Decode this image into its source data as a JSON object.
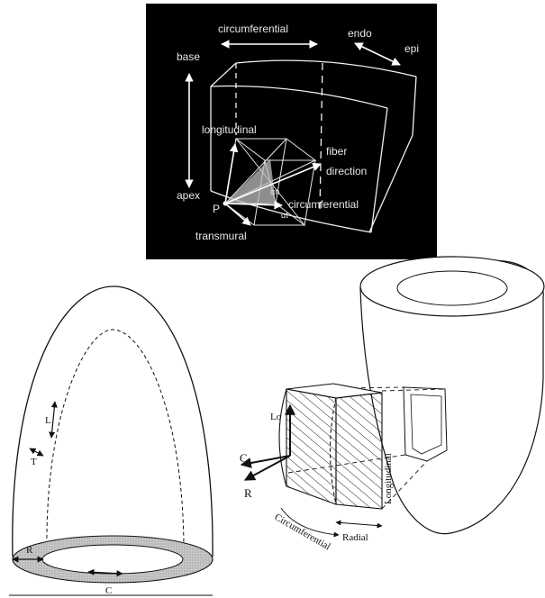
{
  "top_panel": {
    "labels": {
      "circumferential_top": "circumferential",
      "endo": "endo",
      "epi": "epi",
      "base": "base",
      "apex": "apex",
      "longitudinal": "longitudinal",
      "fiber": "fiber",
      "direction": "direction",
      "circumferential_bottom": "circumferential",
      "transmural": "transmural",
      "point": "P",
      "alpha_h": "αh",
      "alpha_t": "αt"
    }
  },
  "bottom_left": {
    "labels": {
      "L": "L",
      "T": "T",
      "R": "R",
      "C": "C"
    }
  },
  "bottom_right": {
    "labels": {
      "Lo": "Lo",
      "C": "C",
      "R": "R",
      "longitudinal": "Longitudinal",
      "circumferential": "Circumferential",
      "radial": "Radial"
    }
  }
}
